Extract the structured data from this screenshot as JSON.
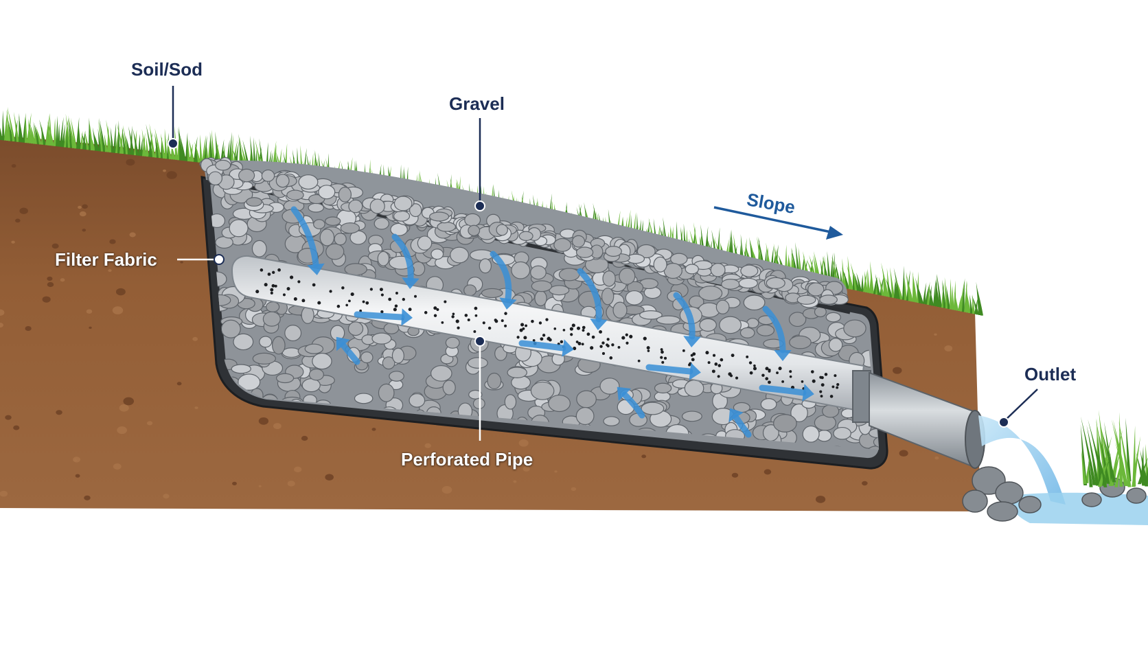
{
  "labels": {
    "soil_sod": "Soil/Sod",
    "gravel": "Gravel",
    "slope": "Slope",
    "filter_fabric": "Filter Fabric",
    "perforated_pipe": "Perforated Pipe",
    "outlet": "Outlet"
  },
  "colors": {
    "soil": "#8a5a36",
    "grass": "#4e9a2a",
    "gravel": "#a9adb2",
    "fabric": "#2c2f33",
    "pipe": "#e6e8ea",
    "water_arrow": "#3a8fd6",
    "label_dark": "#1c2d55",
    "slope_arrow": "#1f5a9c",
    "water": "#8cc8ec"
  },
  "icons": {
    "slope_arrow": "long-arrow-right-icon",
    "flow_arrow": "water-flow-arrow-icon"
  }
}
